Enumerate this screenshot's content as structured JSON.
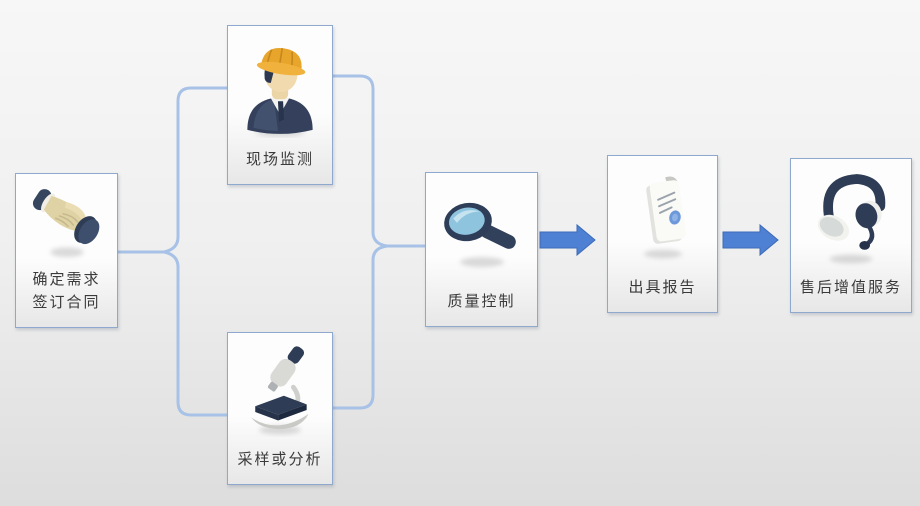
{
  "colors": {
    "background-top": "#f7f7f7",
    "background-bottom": "#dddddd",
    "box-border": "#8fa9ce",
    "box-bg-top": "#fdfdfd",
    "box-bg-bottom": "#e7e7e7",
    "connector": "#a7c2e6",
    "arrow-fill": "#4e80d4",
    "arrow-stroke": "#3d6bb6",
    "label-text": "#3a3a3a"
  },
  "nodes": [
    {
      "id": "contract",
      "icon": "handshake-icon",
      "label_lines": [
        "确定需求",
        "签订合同"
      ]
    },
    {
      "id": "onsite-monitoring",
      "icon": "engineer-icon",
      "label": "现场监测"
    },
    {
      "id": "sampling-analysis",
      "icon": "microscope-icon",
      "label": "采样或分析"
    },
    {
      "id": "quality-control",
      "icon": "magnifier-icon",
      "label": "质量控制"
    },
    {
      "id": "issue-report",
      "icon": "report-icon",
      "label": "出具报告"
    },
    {
      "id": "after-sales",
      "icon": "headset-icon",
      "label": "售后增值服务"
    }
  ],
  "connections": [
    {
      "from": "contract",
      "to": "onsite-monitoring"
    },
    {
      "from": "contract",
      "to": "sampling-analysis"
    },
    {
      "from": "onsite-monitoring",
      "to": "quality-control"
    },
    {
      "from": "sampling-analysis",
      "to": "quality-control"
    },
    {
      "from": "quality-control",
      "to": "issue-report",
      "style": "block-arrow"
    },
    {
      "from": "issue-report",
      "to": "after-sales",
      "style": "block-arrow"
    }
  ]
}
